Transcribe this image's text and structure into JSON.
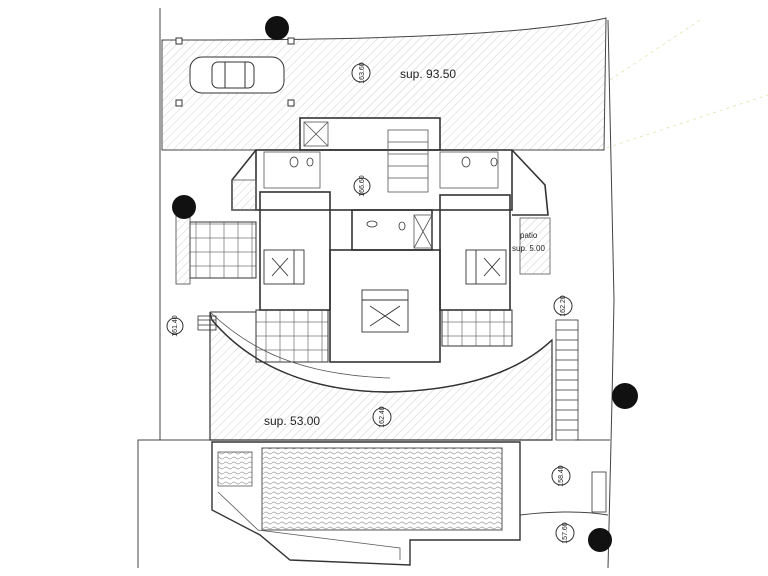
{
  "areas": {
    "top": "sup. 93.50",
    "middle": "sup. 53.00",
    "patio_label": "patio",
    "patio_area": "sup. 5.00"
  },
  "elevations": [
    "163.60",
    "166.60",
    "162.20",
    "161.40",
    "162.40",
    "158.40",
    "157.60"
  ],
  "colors": {
    "line": "#333333",
    "hatch": "#bdbdbd",
    "tree": "#111111",
    "water": "#9a9a9a",
    "guide": "#d8e6a8"
  },
  "icons": {
    "tree": "tree-icon",
    "car": "car-icon",
    "bed": "bed-icon",
    "toilet": "toilet-icon"
  }
}
